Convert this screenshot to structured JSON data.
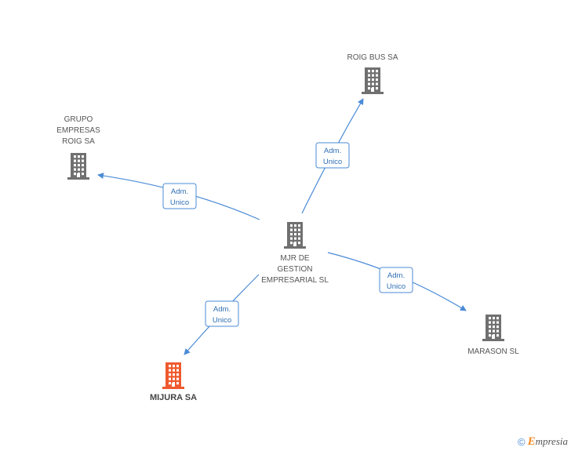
{
  "colors": {
    "node": "#707070",
    "highlight": "#ef5a2e",
    "edge": "#4a8bd6"
  },
  "nodes": [
    {
      "id": "mjr",
      "label_lines": [
        "MJR DE",
        "GESTION",
        "EMPRESARIAL SL"
      ],
      "icon": "building-icon"
    },
    {
      "id": "roigbus",
      "label_lines": [
        "ROIG BUS SA"
      ],
      "icon": "building-icon"
    },
    {
      "id": "grupo",
      "label_lines": [
        "GRUPO",
        "EMPRESAS",
        "ROIG SA"
      ],
      "icon": "building-icon"
    },
    {
      "id": "marason",
      "label_lines": [
        "MARASON SL"
      ],
      "icon": "building-icon"
    },
    {
      "id": "mijura",
      "label_lines": [
        "MIJURA SA"
      ],
      "icon": "building-icon",
      "highlight": true
    }
  ],
  "edges": [
    {
      "from": "mjr",
      "to": "roigbus",
      "label_lines": [
        "Adm.",
        "Unico"
      ]
    },
    {
      "from": "mjr",
      "to": "grupo",
      "label_lines": [
        "Adm.",
        "Unico"
      ]
    },
    {
      "from": "mjr",
      "to": "marason",
      "label_lines": [
        "Adm.",
        "Unico"
      ]
    },
    {
      "from": "mjr",
      "to": "mijura",
      "label_lines": [
        "Adm.",
        "Unico"
      ]
    }
  ],
  "footer": {
    "copyright": "©",
    "brand_first": "E",
    "brand_rest": "mpresia"
  }
}
